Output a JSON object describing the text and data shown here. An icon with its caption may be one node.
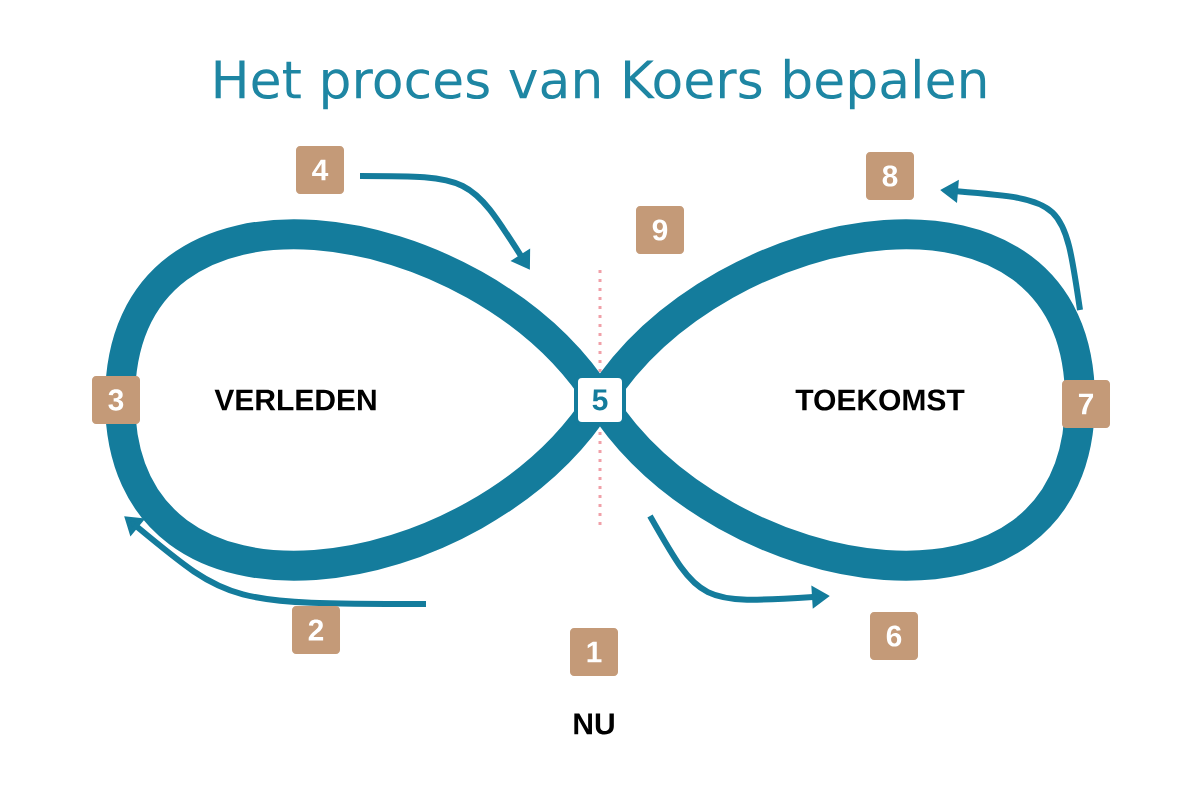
{
  "diagram": {
    "title": "Het proces van Koers bepalen",
    "nodes": [
      {
        "text": [
          "4"
        ]
      },
      {
        "text": [
          "9"
        ]
      },
      {
        "text": [
          "8"
        ]
      },
      {
        "text": [
          "3"
        ]
      },
      {
        "text": [
          "5"
        ]
      },
      {
        "text": [
          "7"
        ]
      },
      {
        "text": [
          "2"
        ]
      },
      {
        "text": [
          "6"
        ]
      },
      {
        "text": [
          "1"
        ]
      }
    ],
    "labels": [
      "VERLEDEN",
      "TOEKOMST",
      "NU"
    ]
  }
}
